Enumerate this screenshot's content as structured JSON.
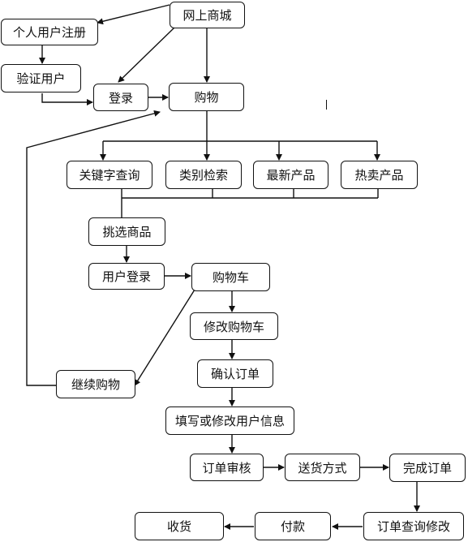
{
  "diagram": {
    "nodes": {
      "wangshang": "网上商城",
      "zhuce": "个人用户注册",
      "yanzheng": "验证用户",
      "denglu": "登录",
      "gouwu": "购物",
      "guanjianzi": "关键字查询",
      "leibie": "类别检索",
      "zuixin": "最新产品",
      "remai": "热卖产品",
      "tiaoxuan": "挑选商品",
      "yonghudenglu": "用户登录",
      "gouwuche": "购物车",
      "xiugaigouwuche": "修改购物车",
      "queren": "确认订单",
      "tianxie": "填写或修改用户信息",
      "jixu": "继续购物",
      "shenhe": "订单审核",
      "songhuo": "送货方式",
      "wancheng": "完成订单",
      "chaxun": "订单查询修改",
      "fukuan": "付款",
      "shouhuo": "收货"
    }
  }
}
